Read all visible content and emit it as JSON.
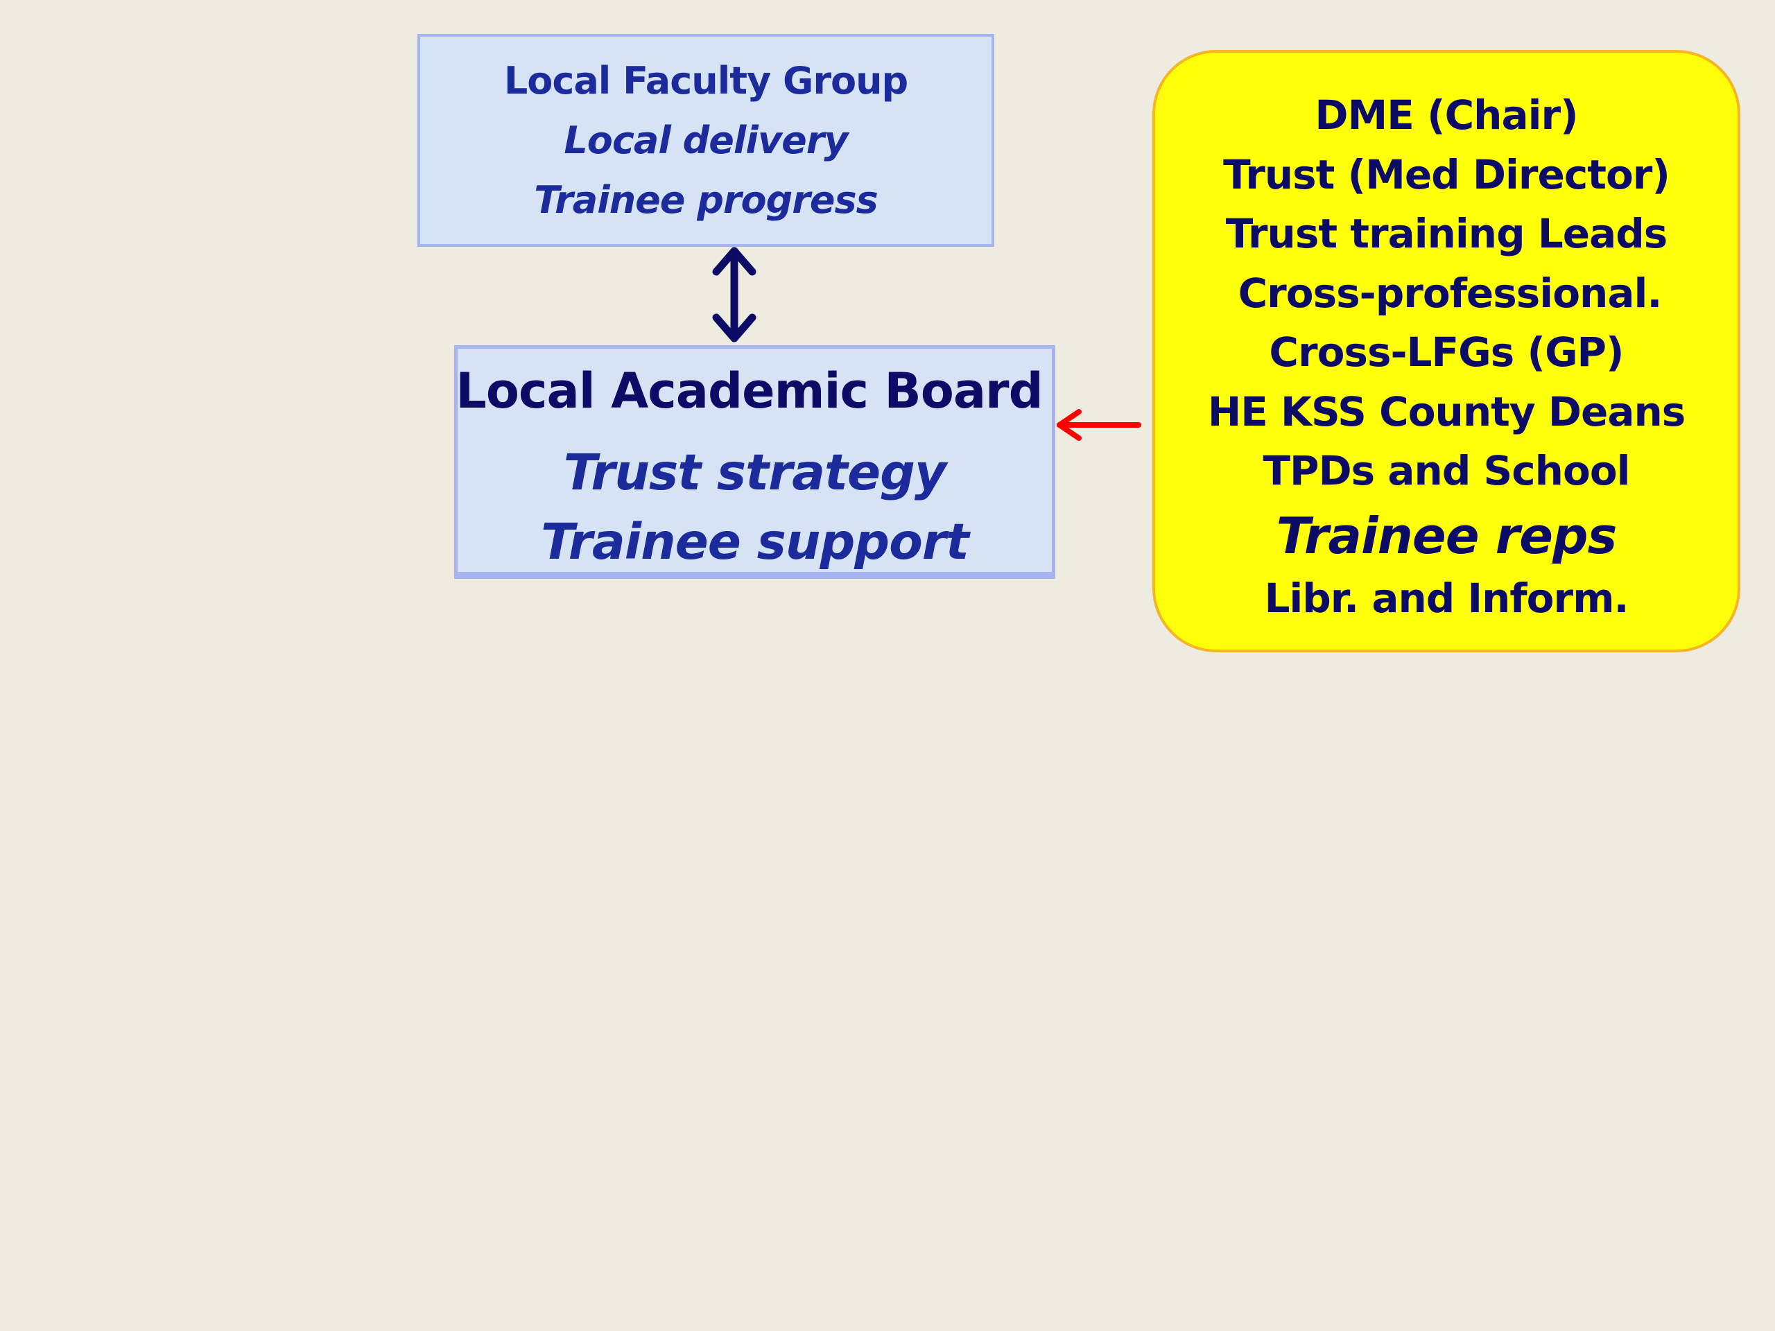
{
  "local_faculty_group": {
    "title": "Local Faculty Group",
    "line1": "Local delivery",
    "line2": "Trainee progress"
  },
  "local_academic_board": {
    "title": "Local Academic Board",
    "line1": "Trust strategy",
    "line2": "Trainee support"
  },
  "members": [
    "DME (Chair)",
    "Trust (Med Director)",
    "Trust training Leads",
    "Cross-professional.",
    "Cross-LFGs (GP)",
    "HE KSS County Deans",
    "TPDs and School",
    "Trainee reps",
    "Libr. and Inform."
  ],
  "colors": {
    "background": "#eeebe0",
    "box_fill": "#d6e3f4",
    "box_border": "#a8b4f1",
    "members_fill": "#ffff09",
    "members_border": "#f5b524",
    "dark_navy": "#0c0c66",
    "blue_text": "#1b2b9c",
    "connector_red": "#ff0000"
  },
  "icons": {
    "bidirectional": "double-headed-vertical-arrow",
    "feeds_into": "left-pointing-arrow"
  }
}
